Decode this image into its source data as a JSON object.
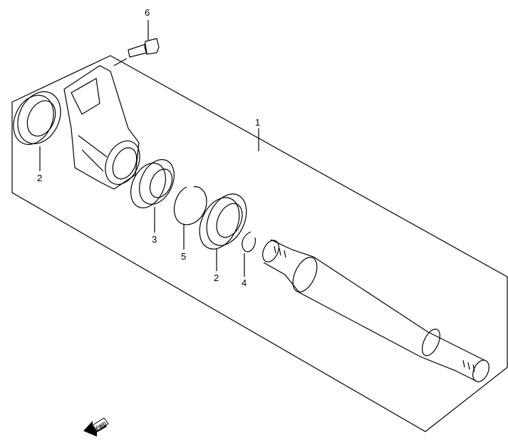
{
  "diagram": {
    "callouts": [
      {
        "id": "6",
        "part": "bolt"
      },
      {
        "id": "1",
        "part": "shaft-assembly"
      },
      {
        "id": "2",
        "part": "oil-seal-left"
      },
      {
        "id": "3",
        "part": "bearing"
      },
      {
        "id": "5",
        "part": "circlip"
      },
      {
        "id": "2",
        "part": "oil-seal-right"
      },
      {
        "id": "4",
        "part": "snap-ring"
      }
    ],
    "direction_marker": "FWD",
    "colors": {
      "line": "#000000",
      "background": "#ffffff"
    }
  }
}
